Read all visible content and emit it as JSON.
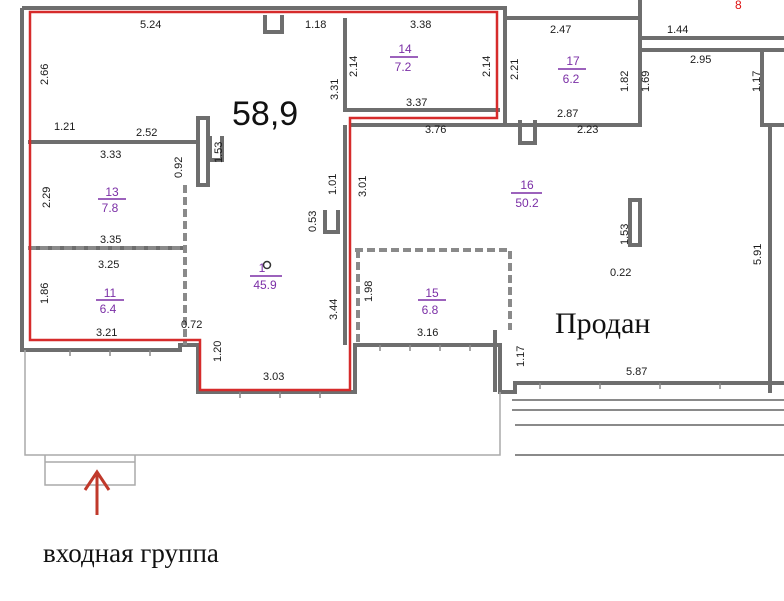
{
  "total_area": "58,9",
  "sold_label": "Продан",
  "entrance_label": "входная группа",
  "adjacent_unit": "8",
  "rooms": [
    {
      "num": "13",
      "area": "7.8"
    },
    {
      "num": "11",
      "area": "6.4"
    },
    {
      "num": "1",
      "area": "45.9"
    },
    {
      "num": "14",
      "area": "7.2"
    },
    {
      "num": "17",
      "area": "6.2"
    },
    {
      "num": "16",
      "area": "50.2"
    },
    {
      "num": "15",
      "area": "6.8"
    }
  ],
  "dimensions": {
    "d524": "5.24",
    "d118": "1.18",
    "d338": "3.38",
    "d247": "2.47",
    "d144": "1.44",
    "d266": "2.66",
    "d331": "3.31",
    "d214a": "2.14",
    "d214b": "2.14",
    "d221": "2.21",
    "d182": "1.82",
    "d169": "1.69",
    "d295": "2.95",
    "d117a": "1.17",
    "d337": "3.37",
    "d121": "1.21",
    "d252": "2.52",
    "d287": "2.87",
    "d376": "3.76",
    "d223": "2.23",
    "d333": "3.33",
    "d092": "0.92",
    "d153a": "1.53",
    "d101": "1.01",
    "d301": "3.01",
    "d229": "2.29",
    "d053": "0.53",
    "d153b": "1.53",
    "d335": "3.35",
    "d325": "3.25",
    "d022": "0.22",
    "d591": "5.91",
    "d198": "1.98",
    "d186": "1.86",
    "d344": "3.44",
    "d321": "3.21",
    "d072": "0.72",
    "d316": "3.16",
    "d120": "1.20",
    "d117b": "1.17",
    "d303": "3.03",
    "d587": "5.87"
  }
}
